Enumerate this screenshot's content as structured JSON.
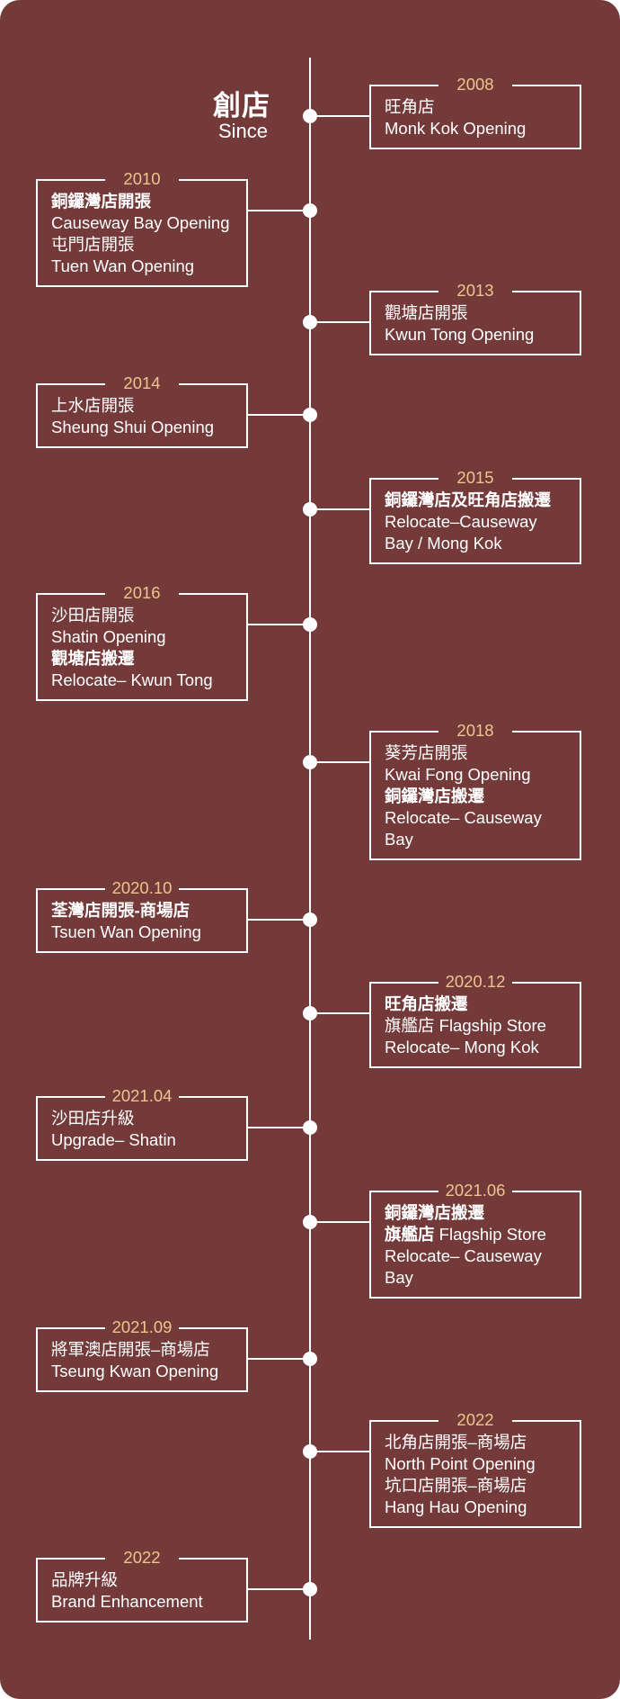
{
  "header": {
    "title_zh": "創店",
    "title_en": "Since"
  },
  "colors": {
    "background": "#743a3a",
    "year": "#ecc68c",
    "line": "#ffffff"
  },
  "events": [
    {
      "year": "2008",
      "lines": [
        {
          "t": "旺角店"
        },
        {
          "t": "Monk Kok Opening"
        }
      ]
    },
    {
      "year": "2010",
      "lines": [
        {
          "b": "銅鑼灣店開張"
        },
        {
          "t": "Causeway Bay Opening"
        },
        {
          "t": "屯門店開張"
        },
        {
          "t": "Tuen Wan Opening"
        }
      ]
    },
    {
      "year": "2013",
      "lines": [
        {
          "t": "觀塘店開張"
        },
        {
          "t": "Kwun Tong Opening"
        }
      ]
    },
    {
      "year": "2014",
      "lines": [
        {
          "t": "上水店開張"
        },
        {
          "t": "Sheung Shui Opening"
        }
      ]
    },
    {
      "year": "2015",
      "lines": [
        {
          "b": "銅鑼灣店及旺角店搬遷"
        },
        {
          "t": "Relocate–Causeway"
        },
        {
          "t": "Bay / Mong Kok"
        }
      ]
    },
    {
      "year": "2016",
      "lines": [
        {
          "t": "沙田店開張"
        },
        {
          "t": "Shatin Opening"
        },
        {
          "b": "觀塘店搬遷"
        },
        {
          "t": "Relocate– Kwun Tong"
        }
      ]
    },
    {
      "year": "2018",
      "lines": [
        {
          "t": "葵芳店開張"
        },
        {
          "t": "Kwai Fong Opening"
        },
        {
          "b": "銅鑼灣店搬遷"
        },
        {
          "t": "Relocate– Causeway"
        },
        {
          "t": "Bay"
        }
      ]
    },
    {
      "year": "2020.10",
      "lines": [
        {
          "b": "荃灣店開張-商場店"
        },
        {
          "t": "Tsuen Wan Opening"
        }
      ]
    },
    {
      "year": "2020.12",
      "lines": [
        {
          "b": "旺角店搬遷"
        },
        {
          "t": "旗艦店 Flagship Store"
        },
        {
          "t": "Relocate– Mong Kok"
        }
      ]
    },
    {
      "year": "2021.04",
      "lines": [
        {
          "t": "沙田店升級"
        },
        {
          "t": "Upgrade– Shatin"
        }
      ]
    },
    {
      "year": "2021.06",
      "lines": [
        {
          "b": "銅鑼灣店搬遷"
        },
        {
          "b": "旗艦店",
          "t": " Flagship Store"
        },
        {
          "t": "Relocate– Causeway"
        },
        {
          "t": "Bay"
        }
      ]
    },
    {
      "year": "2021.09",
      "lines": [
        {
          "t": "將軍澳店開張–商場店"
        },
        {
          "t": "Tseung Kwan  Opening"
        }
      ]
    },
    {
      "year": "2022",
      "lines": [
        {
          "t": "北角店開張–商場店"
        },
        {
          "t": "North Point Opening"
        },
        {
          "t": "坑口店開張–商場店"
        },
        {
          "t": "Hang Hau Opening"
        }
      ]
    },
    {
      "year": "2022",
      "lines": [
        {
          "t": "品牌升級"
        },
        {
          "t": "Brand Enhancement"
        }
      ]
    }
  ]
}
